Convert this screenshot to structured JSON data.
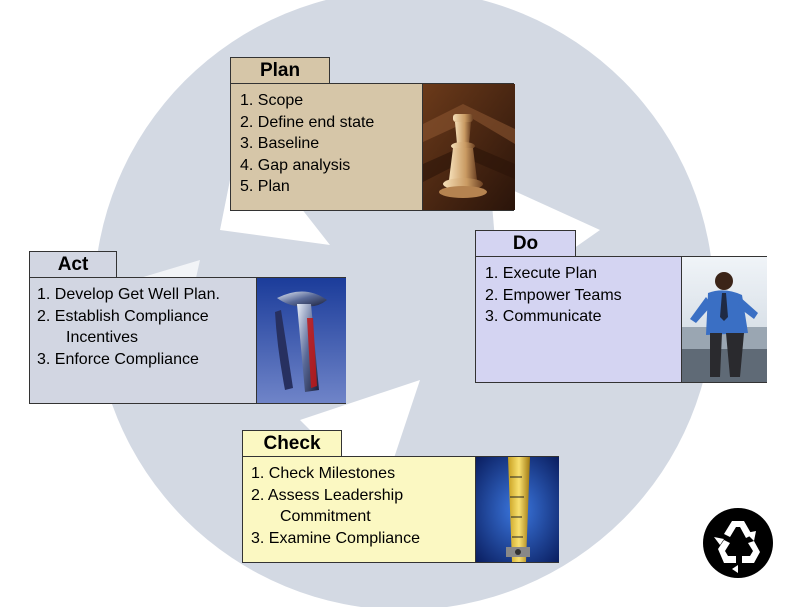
{
  "plan": {
    "title": "Plan",
    "items": [
      "1.  Scope",
      "2.  Define end state",
      "3.  Baseline",
      "4.  Gap analysis",
      "5.  Plan"
    ],
    "image": "chess-king-icon"
  },
  "do": {
    "title": "Do",
    "items": [
      "1.  Execute Plan",
      "2.  Empower Teams",
      "3.  Communicate"
    ],
    "image": "businessman-running-photo"
  },
  "check": {
    "title": "Check",
    "items": [
      "1.  Check Milestones",
      "2.  Assess Leadership",
      "Commitment",
      "3.  Examine Compliance"
    ],
    "image": "measuring-tape-photo"
  },
  "act": {
    "title": "Act",
    "items": [
      "1. Develop Get Well Plan.",
      "2. Establish Compliance",
      "Incentives",
      "3. Enforce Compliance"
    ],
    "image": "blue-hammer-photo"
  },
  "colors": {
    "plan_fill": "#d6c6a8",
    "do_fill": "#d4d4f2",
    "check_fill": "#fbf8c2",
    "act_fill": "#d2d6e2",
    "cycle": "#d3d9e3"
  },
  "icons": {
    "background": "recycle-arrows-graphic",
    "corner": "recycle-icon"
  }
}
